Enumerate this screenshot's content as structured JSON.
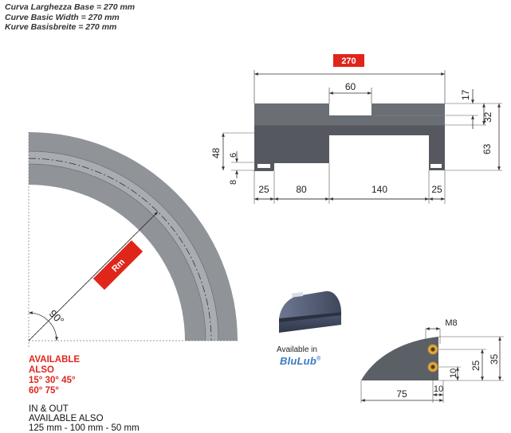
{
  "header": {
    "line1": "Curva Larghezza Base = 270 mm",
    "line2": "Curve Basic Width = 270 mm",
    "line3": "Kurve Basisbreite = 270 mm"
  },
  "section_drawing": {
    "total_width": "270",
    "top_slot": "60",
    "dim_17": "17",
    "dim_32": "32",
    "dim_63": "63",
    "dim_48": "48",
    "dim_6": "6",
    "dim_8": "8",
    "bottom_25_left": "25",
    "bottom_80": "80",
    "bottom_140": "140",
    "bottom_25_right": "25"
  },
  "curve_drawing": {
    "radius_label": "Rm",
    "angle_label": "90°"
  },
  "availability": {
    "line1": "AVAILABLE",
    "line2": "ALSO",
    "line3": "15° 30° 45°",
    "line4": "60° 75°"
  },
  "inout": {
    "line1": "IN & OUT",
    "line2": "AVAILABLE ALSO",
    "line3": "125 mm - 100 mm - 50 mm"
  },
  "block": {
    "available_in": "Available in",
    "brand": "BluLub",
    "brand_mark": "®"
  },
  "end_drawing": {
    "dim_m8": "M8",
    "dim_35": "35",
    "dim_25": "25",
    "dim_10_vertical": "10",
    "dim_10_horizontal": "10",
    "dim_75": "75"
  },
  "colors": {
    "part_fill": "#5b5f66",
    "curve_fill": "#8f9399",
    "accent_red": "#e0251b",
    "brand_blue": "#3a78c2",
    "bolt_gold": "#d7a640"
  }
}
